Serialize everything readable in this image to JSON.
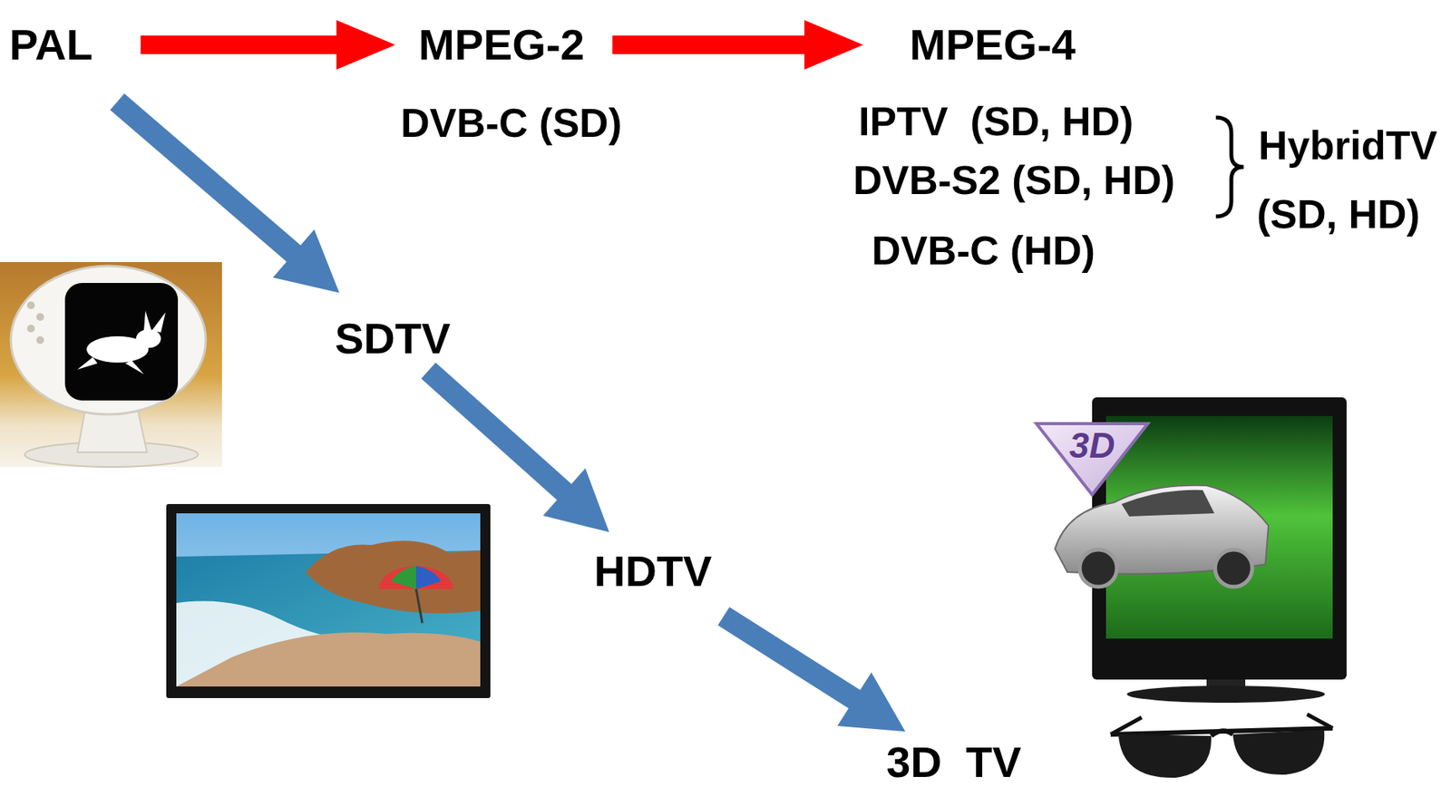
{
  "diagram": {
    "nodes": [
      {
        "text": [
          "PAL"
        ]
      },
      {
        "text": [
          "MPEG-2"
        ]
      },
      {
        "text": [
          "MPEG-4"
        ]
      },
      {
        "text": [
          "SDTV"
        ]
      },
      {
        "text": [
          "HDTV"
        ]
      },
      {
        "text": [
          "3D  TV"
        ]
      }
    ],
    "edges": [
      {
        "from": 0,
        "to": 1,
        "arrow": "to"
      },
      {
        "from": 1,
        "to": 2,
        "arrow": "to"
      },
      {
        "from": 0,
        "to": 3,
        "arrow": "to"
      },
      {
        "from": 3,
        "to": 4,
        "arrow": "to"
      },
      {
        "from": 4,
        "to": 5,
        "arrow": "to"
      }
    ],
    "labels": [
      "DVB-C (SD)",
      "IPTV  (SD, HD)",
      "DVB-S2 (SD, HD)",
      "DVB-C (HD)",
      "HybridTV",
      "(SD, HD)",
      "3D"
    ]
  }
}
